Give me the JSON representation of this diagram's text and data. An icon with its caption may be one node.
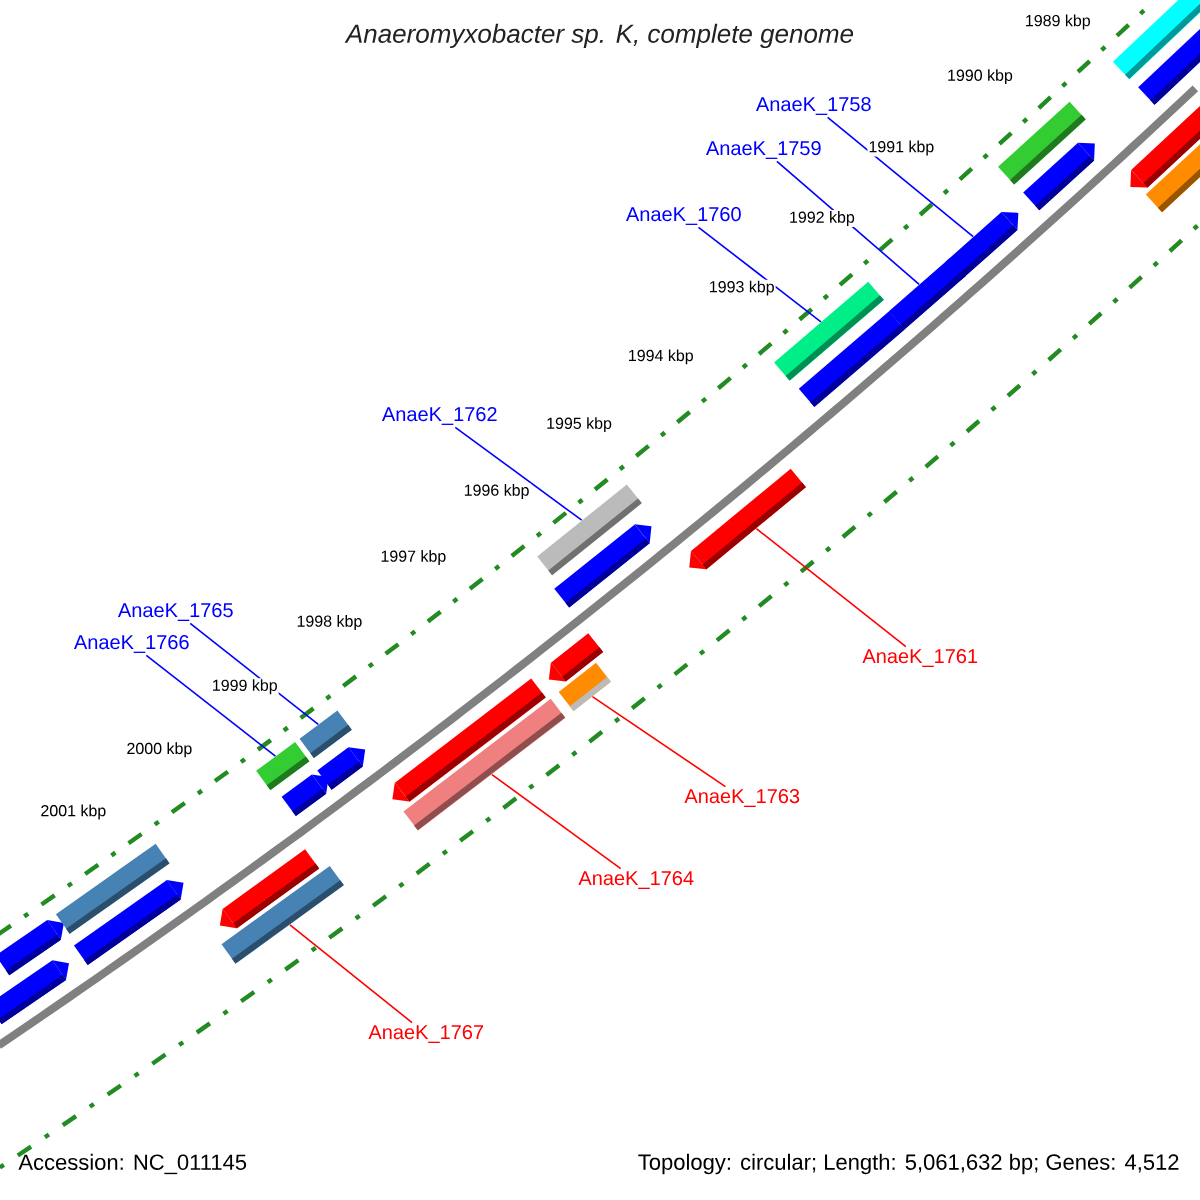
{
  "diagram": {
    "title": "Anaeromyxobacter sp. K, complete genome",
    "nodes": [
      {
        "text": [
          "AnaeK_1758"
        ]
      },
      {
        "text": [
          "AnaeK_1759"
        ]
      },
      {
        "text": [
          "AnaeK_1760"
        ]
      },
      {
        "text": [
          "AnaeK_1762"
        ]
      },
      {
        "text": [
          "AnaeK_1765"
        ]
      },
      {
        "text": [
          "AnaeK_1766"
        ]
      },
      {
        "text": [
          "AnaeK_1761"
        ]
      },
      {
        "text": [
          "AnaeK_1763"
        ]
      },
      {
        "text": [
          "AnaeK_1764"
        ]
      },
      {
        "text": [
          "AnaeK_1767"
        ]
      },
      {
        "text": [],
        "shape": "bar"
      },
      {
        "text": [],
        "shape": "bar"
      },
      {
        "text": [],
        "shape": "bar"
      },
      {
        "text": [],
        "shape": "bar"
      },
      {
        "text": [],
        "shape": "bar"
      },
      {
        "text": [],
        "shape": "bar"
      },
      {
        "text": [],
        "shape": "bar"
      },
      {
        "text": [],
        "shape": "bar"
      },
      {
        "text": [],
        "shape": "bar"
      },
      {
        "text": [],
        "shape": "bar"
      },
      {
        "text": [],
        "shape": "bar"
      },
      {
        "text": [],
        "shape": "bar"
      },
      {
        "text": [],
        "shape": "bar"
      },
      {
        "text": [],
        "shape": "bar"
      },
      {
        "text": [],
        "shape": "bar"
      },
      {
        "text": [],
        "shape": "bar"
      },
      {
        "text": [],
        "shape": "bar"
      },
      {
        "text": [],
        "shape": "bar"
      },
      {
        "text": [],
        "shape": "bar"
      },
      {
        "text": [],
        "shape": "bar"
      },
      {
        "text": [],
        "shape": "bar"
      },
      {
        "text": [],
        "shape": "bar"
      },
      {
        "text": [],
        "shape": "bar"
      },
      {
        "text": [],
        "shape": "bar"
      },
      {
        "text": [],
        "shape": "bar"
      },
      {
        "text": [],
        "shape": "bar"
      },
      {
        "text": [],
        "shape": "bar"
      }
    ],
    "edges": [
      {
        "from": 0,
        "to": 30,
        "arrow": "none"
      },
      {
        "from": 1,
        "to": 29,
        "arrow": "none"
      },
      {
        "from": 2,
        "to": 27,
        "arrow": "none"
      },
      {
        "from": 3,
        "to": 23,
        "arrow": "none"
      },
      {
        "from": 4,
        "to": 18,
        "arrow": "none"
      },
      {
        "from": 5,
        "to": 15,
        "arrow": "none"
      },
      {
        "from": 6,
        "to": 26,
        "arrow": "none",
        "color": "#ff0000"
      },
      {
        "from": 7,
        "to": 24,
        "arrow": "none",
        "color": "#ff0000"
      },
      {
        "from": 8,
        "to": 21,
        "arrow": "none",
        "color": "#ff0000"
      },
      {
        "from": 9,
        "to": 16,
        "arrow": "none",
        "color": "#ff0000"
      }
    ],
    "labels": [
      "1989 kbp",
      "1990 kbp",
      "1991 kbp",
      "1992 kbp",
      "1993 kbp",
      "1994 kbp",
      "1995 kbp",
      "1996 kbp",
      "1997 kbp",
      "1998 kbp",
      "1999 kbp",
      "2000 kbp",
      "2001 kbp",
      "Accession: NC_011145",
      "Topology: circular; Length: 5,061,632 bp; Genes: 4,512"
    ]
  }
}
